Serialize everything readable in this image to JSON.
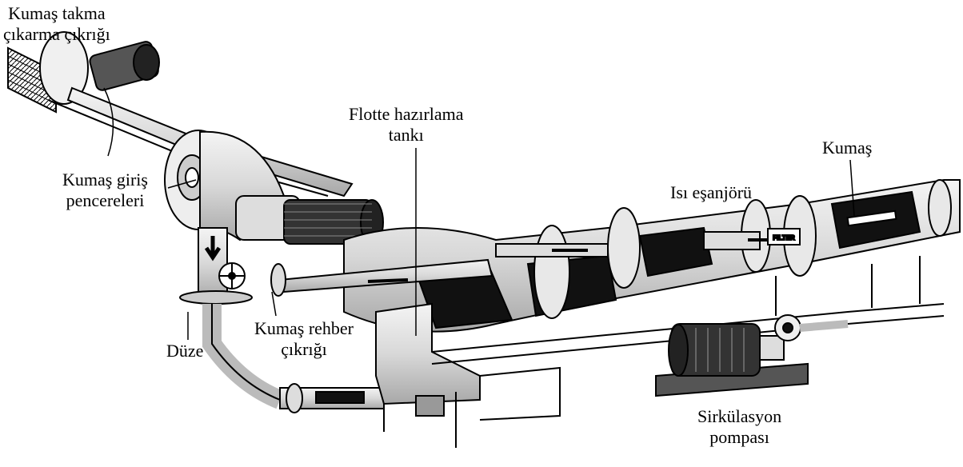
{
  "labels": {
    "kumas_takma": {
      "line1": "Kumaş takma",
      "line2": "çıkarma çıkrığı"
    },
    "flotte_tanki": {
      "line1": "Flotte hazırlama",
      "line2": "tankı"
    },
    "kumas": {
      "line1": "Kumaş"
    },
    "isi_esanjoru": {
      "line1": "Isı eşanjörü"
    },
    "kumas_giris": {
      "line1": "Kumaş giriş",
      "line2": "pencereleri"
    },
    "duze": {
      "line1": "Düze"
    },
    "kumas_rehber": {
      "line1": "Kumaş rehber",
      "line2": "çıkrığı"
    },
    "sirkulasyon": {
      "line1": "Sirkülasyon",
      "line2": "pompası"
    }
  },
  "filter_tag": "FILTER"
}
